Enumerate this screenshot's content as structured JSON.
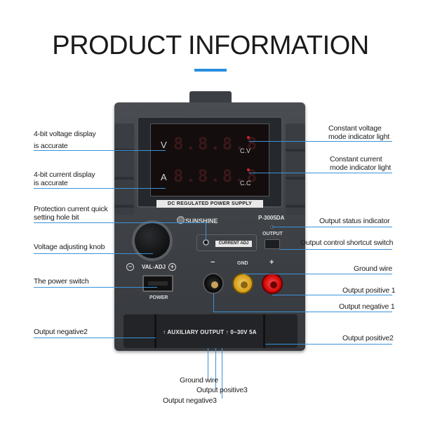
{
  "page": {
    "title": "PRODUCT INFORMATION",
    "accent_color": "#2a8fe0"
  },
  "device": {
    "display": {
      "voltage_symbol": "V",
      "current_symbol": "A",
      "voltage_mode_label": "C.V",
      "current_mode_label": "C.C",
      "digits": "8.8.8.8"
    },
    "banner": "DC REGULATED POWER SUPPLY",
    "brand": "SUNSHINE",
    "model": "P-3005DA",
    "knob_label": "VAL-ADJ",
    "minus_symbol": "−",
    "plus_symbol": "+",
    "current_adj_label": "CURRENT ADJ",
    "output_label": "OUTPUT",
    "gnd_label": "GND",
    "power_label": "POWER",
    "aux_label": "↑ AUXILIARY OUTPUT ↑ 0~30V 5A"
  },
  "annotations": {
    "voltage_display": [
      "4-bit voltage display",
      "is accurate"
    ],
    "current_display": [
      "4-bit current display",
      "is accurate"
    ],
    "protection_hole": [
      "Protection current quick",
      "setting hole bit"
    ],
    "voltage_knob": "Voltage adjusting knob",
    "power_switch": "The power switch",
    "output_negative2": "Output negative2",
    "cv_light": [
      "Constant voltage",
      "mode indicator light"
    ],
    "cc_light": [
      "Constant current",
      "mode indicator light"
    ],
    "output_status": "Output status indicator",
    "output_shortcut": "Output control shortcut switch",
    "ground_wire": "Ground wire",
    "output_positive1": "Output positive 1",
    "output_negative1": "Output negative 1",
    "output_positive2": "Output positive2",
    "ground_wire_bottom": "Ground wire",
    "output_positive3": "Output positive3",
    "output_negative3": "Output negative3"
  }
}
